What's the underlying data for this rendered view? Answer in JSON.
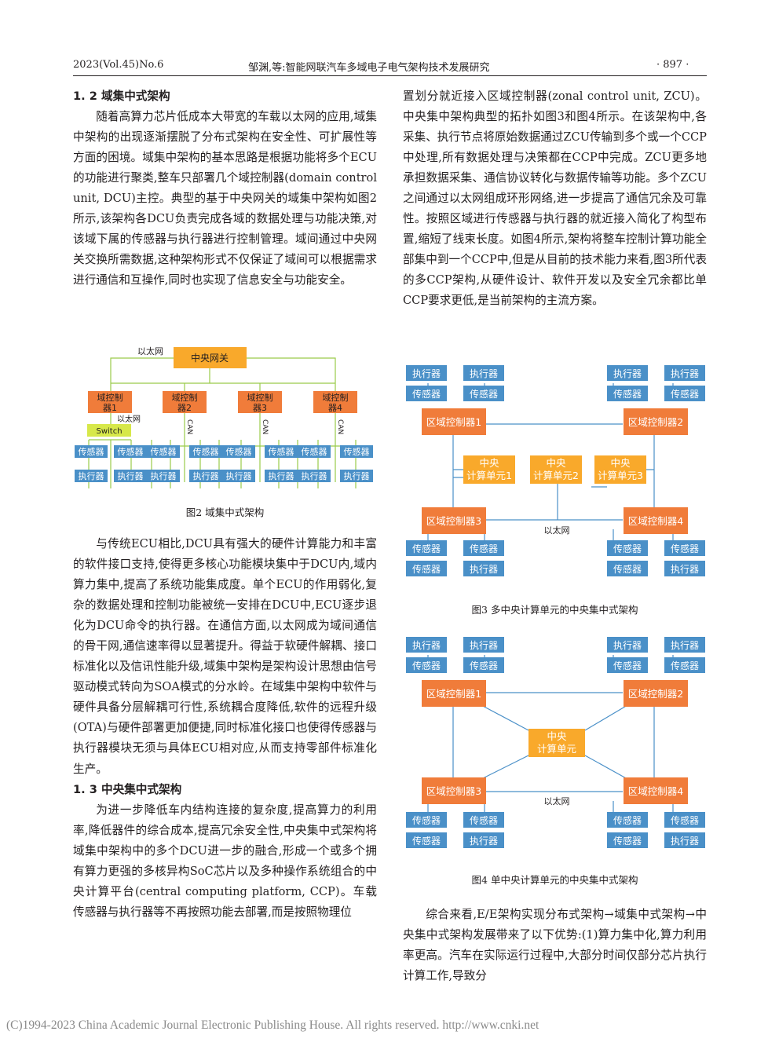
{
  "header": {
    "issue": "2023(Vol.45)No.6",
    "title": "邹渊,等:智能网联汽车多域电子电气架构技术发展研究",
    "page": "· 897 ·"
  },
  "left_column": {
    "sec12": "1. 2 域集中式架构",
    "p1": "随着高算力芯片低成本大带宽的车载以太网的应用,域集中架构的出现逐渐摆脱了分布式架构在安全性、可扩展性等方面的困境。域集中架构的基本思路是根据功能将多个ECU的功能进行聚类,整车只部署几个域控制器(domain control unit, DCU)主控。典型的基于中央网关的域集中架构如图2所示,该架构各DCU负责完成各域的数据处理与功能决策,对该域下属的传感器与执行器进行控制管理。域间通过中央网关交换所需数据,这种架构形式不仅保证了域间可以根据需求进行通信和互操作,同时也实现了信息安全与功能安全。",
    "p2": "与传统ECU相比,DCU具有强大的硬件计算能力和丰富的软件接口支持,使得更多核心功能模块集中于DCU内,域内算力集中,提高了系统功能集成度。单个ECU的作用弱化,复杂的数据处理和控制功能被统一安排在DCU中,ECU逐步退化为DCU命令的执行器。在通信方面,以太网成为域间通信的骨干网,通信速率得以显著提升。得益于软硬件解耦、接口标准化以及信讯性能升级,域集中架构是架构设计思想由信号驱动模式转向为SOA模式的分水岭。在域集中架构中软件与硬件具备分层解耦可行性,系统耦合度降低,软件的远程升级(OTA)与硬件部署更加便捷,同时标准化接口也使得传感器与执行器模块无须与具体ECU相对应,从而支持零部件标准化生产。",
    "sec13": "1. 3 中央集中式架构",
    "p3": "为进一步降低车内结构连接的复杂度,提高算力的利用率,降低器件的综合成本,提高冗余安全性,中央集中式架构将域集中架构中的多个DCU进一步的融合,形成一个或多个拥有算力更强的多核异构SoC芯片以及多种操作系统组合的中央计算平台(central computing platform, CCP)。车载传感器与执行器等不再按照功能去部署,而是按照物理位"
  },
  "right_column": {
    "p1": "置划分就近接入区域控制器(zonal control unit, ZCU)。中央集中架构典型的拓扑如图3和图4所示。在该架构中,各采集、执行节点将原始数据通过ZCU传输到多个或一个CCP中处理,所有数据处理与决策都在CCP中完成。ZCU更多地承担数据采集、通信协议转化与数据传输等功能。多个ZCU之间通过以太网组成环形网络,进一步提高了通信冗余及可靠性。按照区域进行传感器与执行器的就近接入简化了构型布置,缩短了线束长度。如图4所示,架构将整车控制计算功能全部集中到一个CCP中,但是从目前的技术能力来看,图3所代表的多CCP架构,从硬件设计、软件开发以及安全冗余都比单CCP要求更低,是当前架构的主流方案。",
    "p2": "综合来看,E/E架构实现分布式架构→域集中式架构→中央集中式架构发展带来了以下优势:(1)算力集中化,算力利用率更高。汽车在实际运行过程中,大部分时间仅部分芯片执行计算工作,导致分"
  },
  "fig2": {
    "caption": "图2 域集中式架构",
    "ethernet": "以太网",
    "gateway": "中央网关",
    "dcu1": [
      "域控制",
      "器1"
    ],
    "dcu2": [
      "域控制",
      "器2"
    ],
    "dcu3": [
      "域控制",
      "器3"
    ],
    "dcu4": [
      "域控制",
      "器4"
    ],
    "ethernet2": "以太网",
    "switch": "Switch",
    "can": "CAN",
    "sensor": "传感器",
    "actuator": "执行器"
  },
  "fig3": {
    "caption": "图3 多中央计算单元的中央集中式架构",
    "zcu1": "区域控制器1",
    "zcu2": "区域控制器2",
    "zcu3": "区域控制器3",
    "zcu4": "区域控制器4",
    "ccp1": [
      "中央",
      "计算单元1"
    ],
    "ccp2": [
      "中央",
      "计算单元2"
    ],
    "ccp3": [
      "中央",
      "计算单元3"
    ],
    "ethernet": "以太网",
    "actuator": "执行器",
    "sensor": "传感器"
  },
  "fig4": {
    "caption": "图4 单中央计算单元的中央集中式架构",
    "zcu1": "区域控制器1",
    "zcu2": "区域控制器2",
    "zcu3": "区域控制器3",
    "zcu4": "区域控制器4",
    "ccp": [
      "中央",
      "计算单元"
    ],
    "ethernet": "以太网",
    "actuator": "执行器",
    "sensor": "传感器"
  },
  "colors": {
    "orange_dark": "#f07c3a",
    "orange_light": "#f9a92b",
    "blue": "#4a90c8",
    "green": "#a3cc48",
    "switch": "#d7e84a"
  },
  "footer": "(C)1994-2023 China Academic Journal Electronic Publishing House. All rights reserved.    http://www.cnki.net"
}
